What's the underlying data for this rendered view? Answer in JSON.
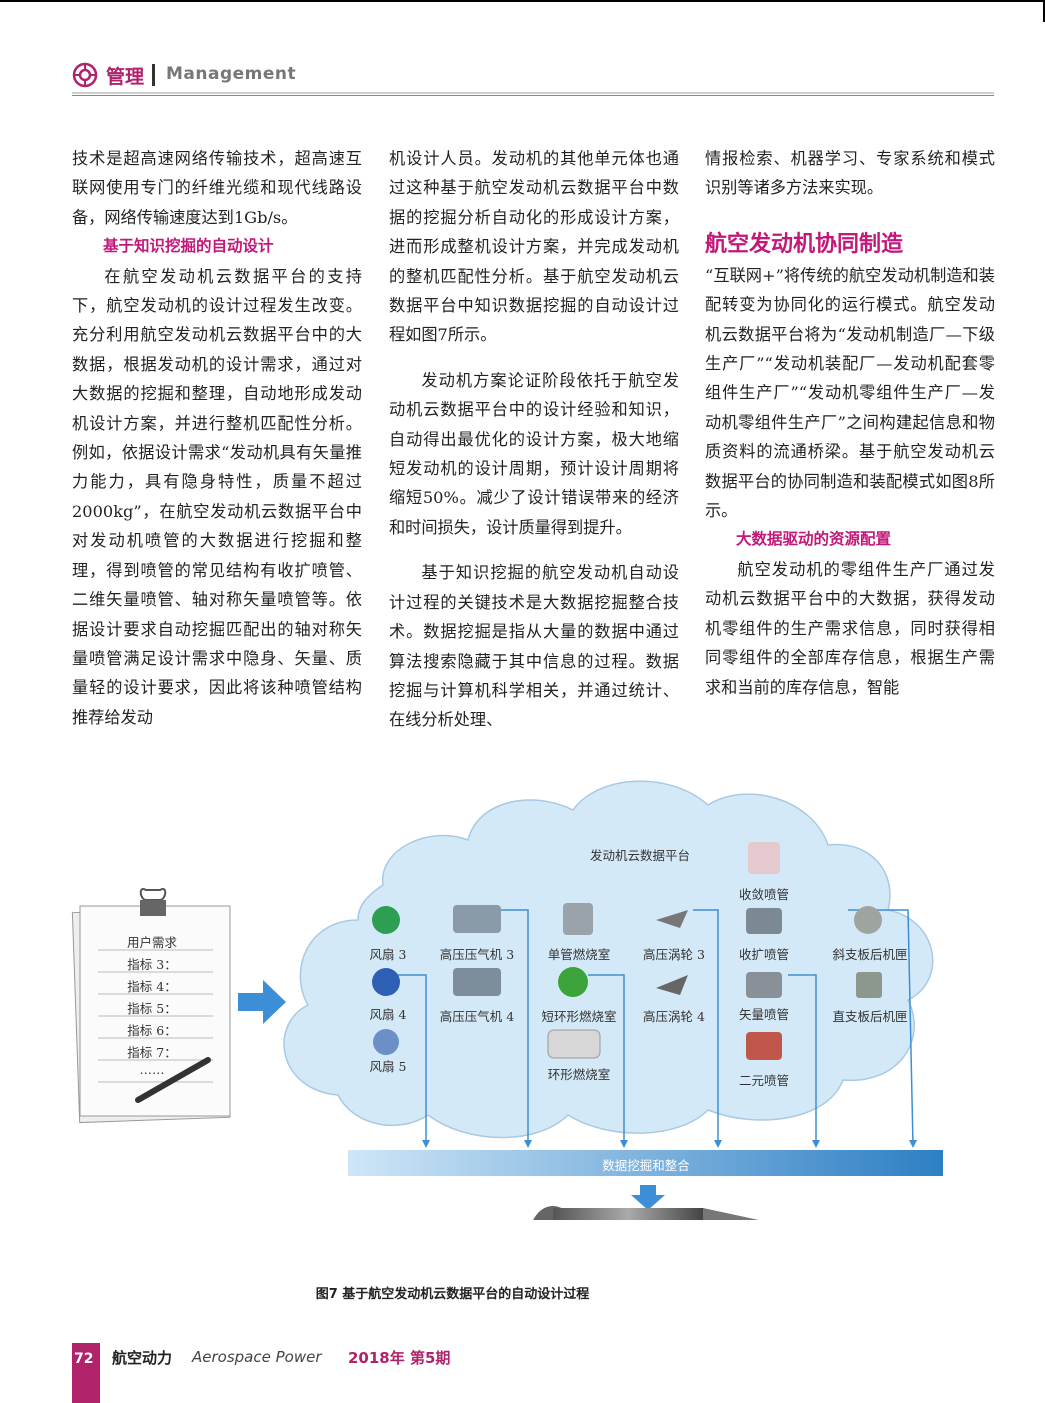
{
  "header": {
    "section_cn": "管理",
    "section_en": "Management"
  },
  "col1": {
    "p1": "技术是超高速网络传输技术，超高速互联网使用专门的纤维光缆和现代线路设备，网络传输速度达到1Gb/s。",
    "sub1": "基于知识挖掘的自动设计",
    "p2": "在航空发动机云数据平台的支持下，航空发动机的设计过程发生改变。充分利用航空发动机云数据平台中的大数据，根据发动机的设计需求，通过对大数据的挖掘和整理，自动地形成发动机设计方案，并进行整机匹配性分析。例如，依据设计需求“发动机具有矢量推力能力，具有隐身特性，质量不超过2000kg”，在航空发动机云数据平台中对发动机喷管的大数据进行挖掘和整理，得到喷管的常见结构有收扩喷管、二维矢量喷管、轴对称矢量喷管等。依据设计要求自动挖掘匹配出的轴对称矢量喷管满足设计需求中隐身、矢量、质量轻的设计要求，因此将该种喷管结构推荐给发动"
  },
  "col2": {
    "p1": "机设计人员。发动机的其他单元体也通过这种基于航空发动机云数据平台中数据的挖掘分析自动化的形成设计方案，进而形成整机设计方案，并完成发动机的整机匹配性分析。基于航空发动机云数据平台中知识数据挖掘的自动设计过程如图7所示。",
    "p2": "发动机方案论证阶段依托于航空发动机云数据平台中的设计经验和知识，自动得出最优化的设计方案，极大地缩短发动机的设计周期，预计设计周期将缩短50%。减少了设计错误带来的经济和时间损失，设计质量得到提升。",
    "p3": "基于知识挖掘的航空发动机自动设计过程的关键技术是大数据挖掘整合技术。数据挖掘是指从大量的数据中通过算法搜索隐藏于其中信息的过程。数据挖掘与计算机科学相关，并通过统计、在线分析处理、"
  },
  "col3": {
    "p1": "情报检索、机器学习、专家系统和模式识别等诸多方法来实现。",
    "sect": "航空发动机协同制造",
    "p2": "“互联网+”将传统的航空发动机制造和装配转变为协同化的运行模式。航空发动机云数据平台将为“发动机制造厂—下级生产厂”“发动机装配厂—发动机配套零组件生产厂”“发动机零组件生产厂—发动机零组件生产厂”之间构建起信息和物质资料的流通桥梁。基于航空发动机云数据平台的协同制造和装配模式如图8所示。",
    "sub": "大数据驱动的资源配置",
    "p3": "航空发动机的零组件生产厂通过发动机云数据平台中的大数据，获得发动机零组件的生产需求信息，同时获得相同零组件的全部库存信息，根据生产需求和当前的库存信息，智能"
  },
  "figure": {
    "cloud_title": "发动机云数据平台",
    "note_title": "用户需求",
    "note_items": [
      "指标 3：",
      "指标 4：",
      "指标 5：",
      "指标 6：",
      "指标 7：",
      "……"
    ],
    "fan": [
      "风扇 3",
      "风扇 4",
      "风扇 5"
    ],
    "hpc": [
      "高压压气机 3",
      "高压压气机 4"
    ],
    "combustor": [
      "单管燃烧室",
      "短环形燃烧室",
      "环形燃烧室"
    ],
    "hpt": [
      "高压涡轮 3",
      "高压涡轮 4"
    ],
    "nozzle": [
      "收敛喷管",
      "收扩喷管",
      "矢量喷管",
      "二元喷管"
    ],
    "casing": [
      "斜支板后机匣",
      "直支板后机匣"
    ],
    "bar_label": "数据挖掘和整合",
    "caption": "图7  基于航空发动机云数据平台的自动设计过程"
  },
  "footer": {
    "page": "72",
    "journal_cn": "航空动力",
    "journal_en": "Aerospace Power",
    "issue": "2018年 第5期"
  },
  "colors": {
    "accent": "#c2187a",
    "cloud": "#d4e9f7",
    "arrow": "#3c8fd6"
  }
}
